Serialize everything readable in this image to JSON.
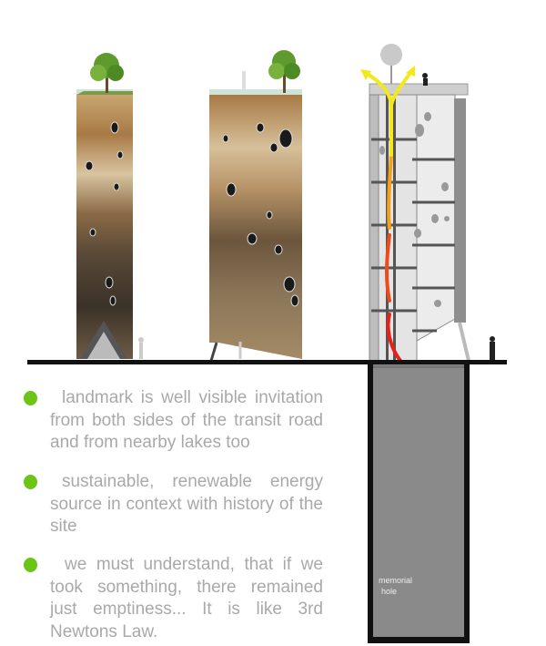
{
  "bullets": [
    {
      "text": "landmark is well visible invitation from both sides of the transit road and from nearby lakes too"
    },
    {
      "text": "sustainable, renewable energy source in context with history of the site"
    },
    {
      "text": "we must understand, that if we took something, there remained just emptiness... It is like 3rd Newtons Law."
    }
  ],
  "hole_label": {
    "line1": "memorial",
    "line2": "hole"
  },
  "colors": {
    "bullet": "#6cc417",
    "text": "#a9a9a9",
    "hole": "#8a8a8a",
    "ground": "#111111"
  }
}
